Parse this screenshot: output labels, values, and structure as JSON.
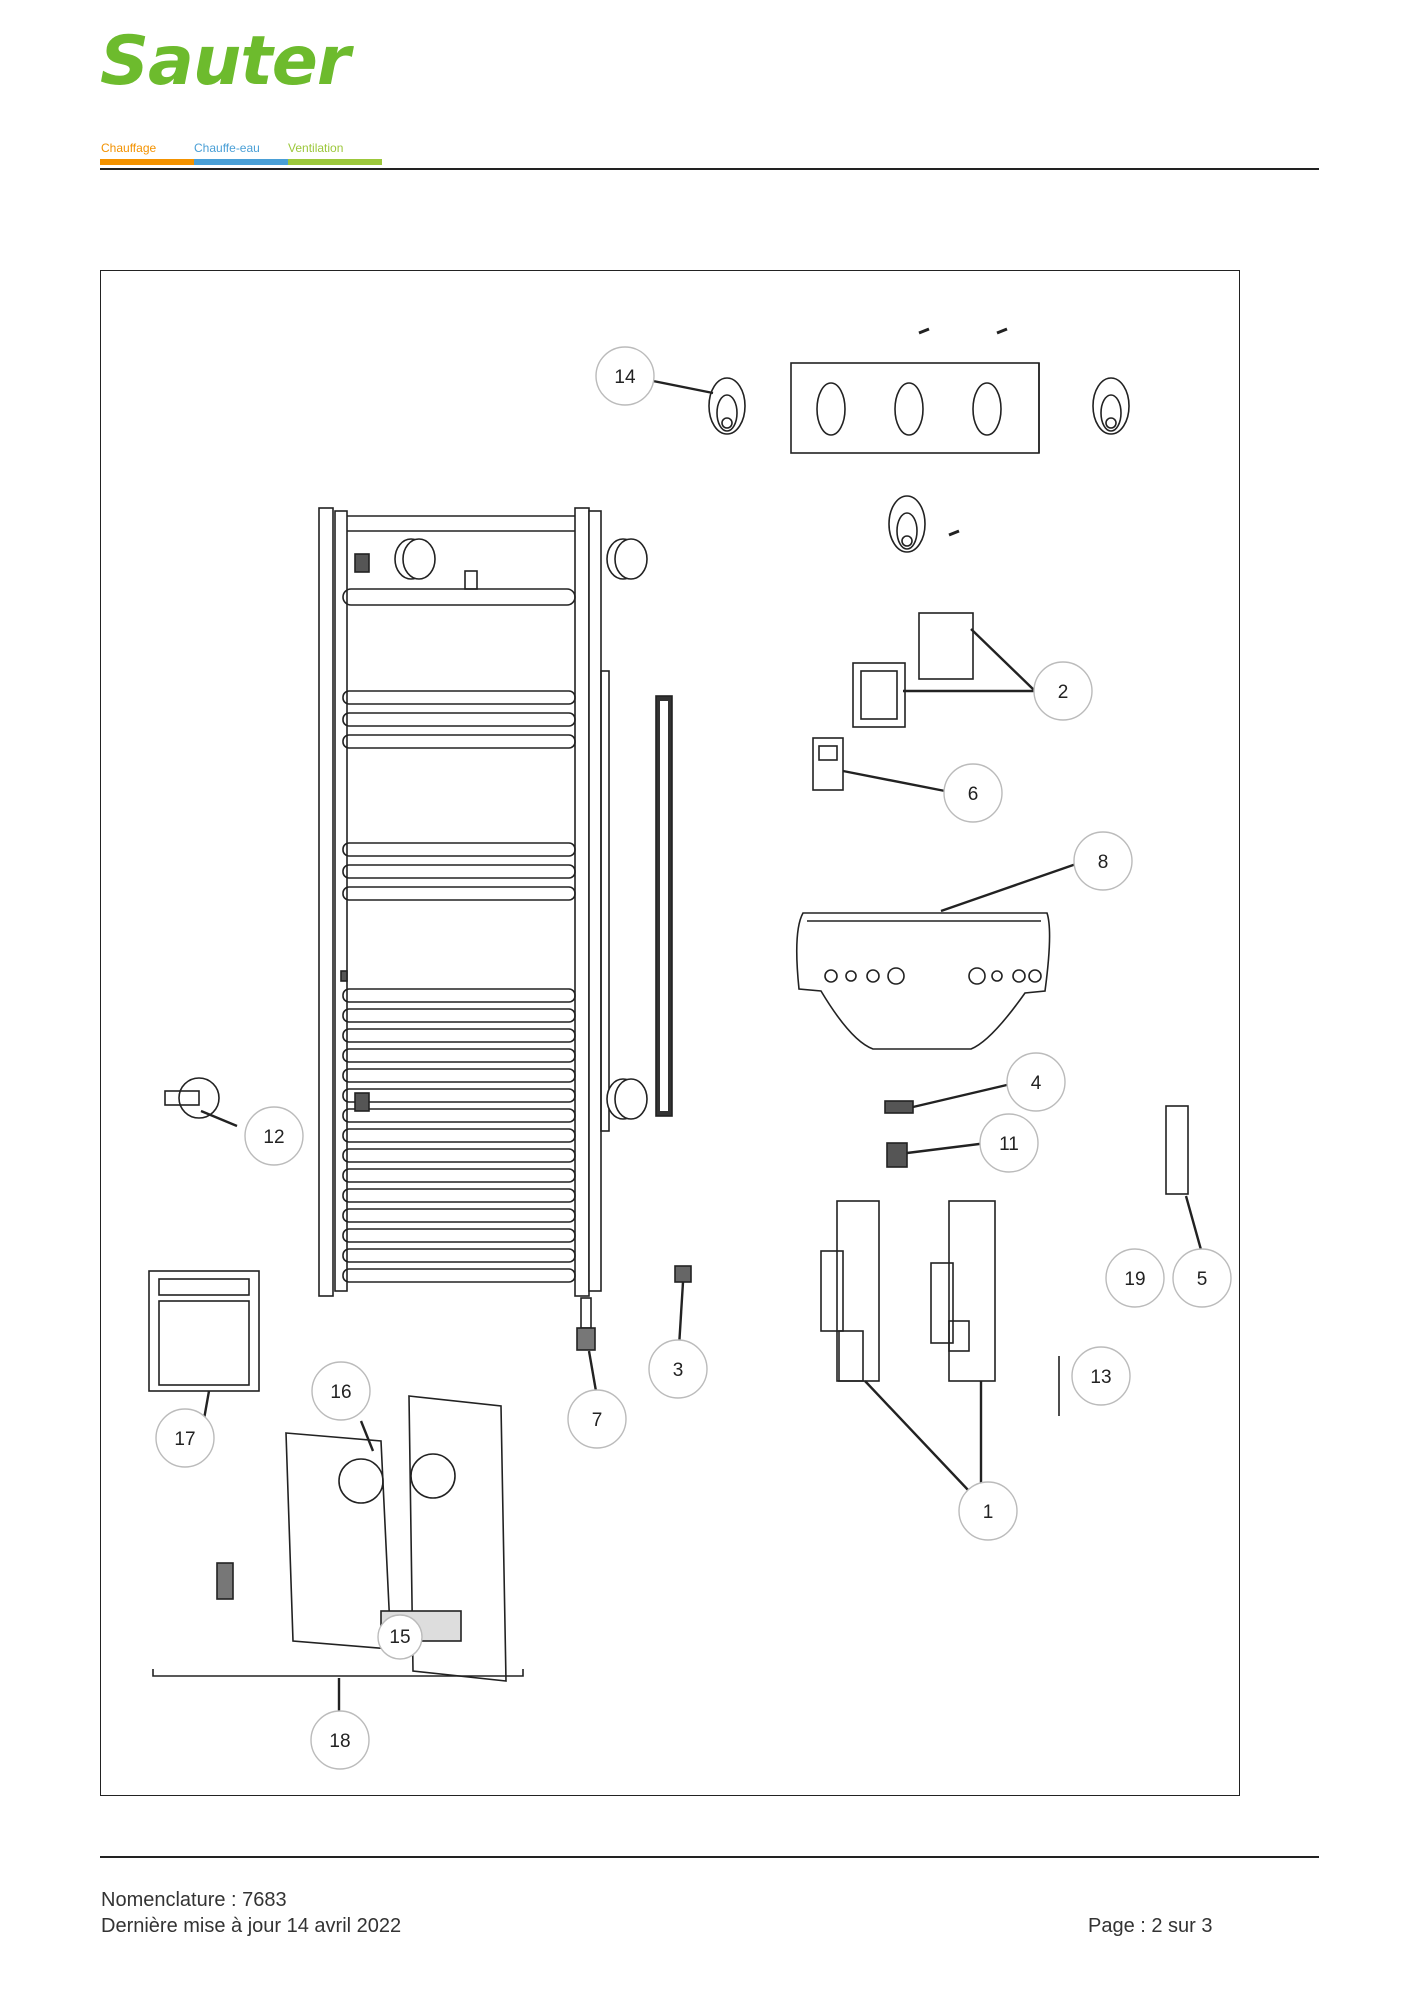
{
  "header": {
    "brand": "Sauter",
    "categories": [
      {
        "label": "Chauffage",
        "color": "#f39200"
      },
      {
        "label": "Chauffe-eau",
        "color": "#4a9fd6"
      },
      {
        "label": "Ventilation",
        "color": "#9cc73b"
      }
    ]
  },
  "diagram": {
    "callouts": [
      "14",
      "2",
      "6",
      "8",
      "4",
      "11",
      "12",
      "19",
      "5",
      "17",
      "16",
      "3",
      "7",
      "13",
      "1",
      "15",
      "18"
    ]
  },
  "footer": {
    "nomenclature": "Nomenclature : 7683",
    "update": "Dernière mise à jour 14 avril 2022",
    "page": "Page : 2 sur 3"
  }
}
